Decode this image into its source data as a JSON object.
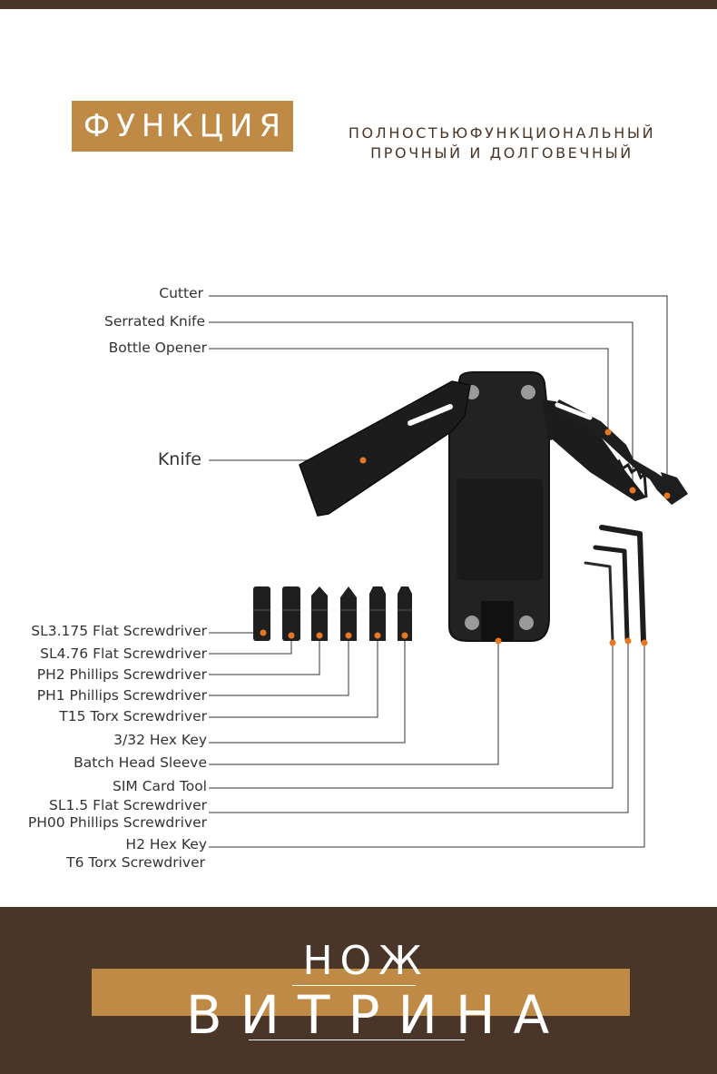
{
  "header": {
    "title": "ФУНКЦИЯ",
    "subtitle_line1": "ПОЛНОСТЬЮФУНКЦИОНАЛЬНЫЙ",
    "subtitle_line2": "ПРОЧНЫЙ И ДОЛГОВЕЧНЫЙ"
  },
  "labels": {
    "cutter": "Cutter",
    "serrated_knife": "Serrated Knife",
    "bottle_opener": "Bottle Opener",
    "knife": "Knife",
    "sl3175": "SL3.175 Flat Screwdriver",
    "sl476": "SL4.76 Flat Screwdriver",
    "ph2": "PH2 Phillips Screwdriver",
    "ph1": "PH1 Phillips Screwdriver",
    "t15": "T15 Torx Screwdriver",
    "hex332": "3/32 Hex Key",
    "batch_head": "Batch Head Sleeve",
    "sim_tool": "SIM Card Tool",
    "sl15": "SL1.5 Flat Screwdriver",
    "ph00": "PH00 Phillips Screwdriver",
    "h2": "H2 Hex Key",
    "t6": "T6 Torx Screwdriver"
  },
  "footer": {
    "line1": "НОЖ",
    "line2": "ВИТРИНА"
  },
  "colors": {
    "brown_dark": "#4a3628",
    "gold": "#be8a46",
    "callout_dot": "#e87722"
  }
}
